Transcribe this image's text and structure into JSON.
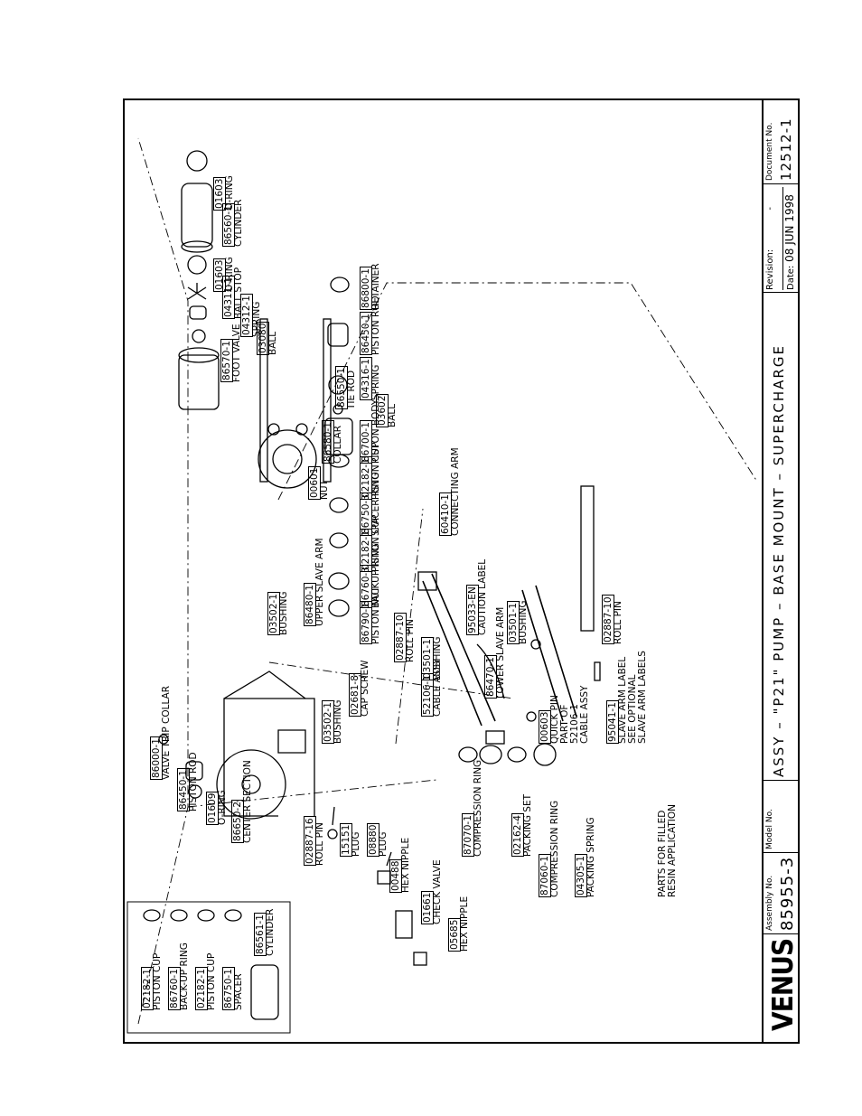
{
  "title_block": {
    "brand": "VENUS",
    "assembly_caption": "Assembly No.",
    "assembly_no": "85955-3",
    "model_caption": "Model No.",
    "title": "ASSY – \"P21\" PUMP – BASE MOUNT – SUPERCHARGE",
    "revision_caption": "Revision:",
    "revision": "-",
    "date_caption": "Date:",
    "date": "08 JUN 1998",
    "document_caption": "Document No.",
    "document_no": "12512-1"
  },
  "parts": {
    "p01603a": {
      "pn": "01603",
      "desc": "O-RING"
    },
    "p86560": {
      "pn": "86560-1",
      "desc": "CYLINDER"
    },
    "p01603b": {
      "pn": "01603",
      "desc": "O-RING"
    },
    "p04311": {
      "pn": "04311-1",
      "desc": "BALL STOP"
    },
    "p04312": {
      "pn": "04312-1",
      "desc": "SPRING"
    },
    "p03080": {
      "pn": "03080",
      "desc": "BALL"
    },
    "p86570": {
      "pn": "86570-1",
      "desc": "FOOT VALVE"
    },
    "p86550": {
      "pn": "86550-1",
      "desc": "TIE ROD"
    },
    "p86580": {
      "pn": "86580-1",
      "desc": "COLLAR"
    },
    "p00601": {
      "pn": "00601",
      "desc": "NUT"
    },
    "p86800": {
      "pn": "86800-1",
      "desc": "RETAINER"
    },
    "p86450b": {
      "pn": "86450-1",
      "desc": "PISTON ROD"
    },
    "p04316": {
      "pn": "04316-1",
      "desc": "SPRING"
    },
    "p03602": {
      "pn": "03602",
      "desc": "BALL"
    },
    "p86700": {
      "pn": "86700-1",
      "desc": "PISTON BODY"
    },
    "p02182a": {
      "pn": "02182-1",
      "desc": "PISTON CUP"
    },
    "p86750a": {
      "pn": "86750-3",
      "desc": "SPACER RING"
    },
    "p02182b": {
      "pn": "02182-1",
      "desc": "PISTON CUP"
    },
    "p86760a": {
      "pn": "86760-3",
      "desc": "BACKUP RING"
    },
    "p86790": {
      "pn": "86790-1",
      "desc": "PISTON NUT"
    },
    "p60410": {
      "pn": "60410-1",
      "desc": "CONNECTING ARM"
    },
    "p86480": {
      "pn": "86480-1",
      "desc": "UPPER SLAVE ARM"
    },
    "p03502a": {
      "pn": "03502-1",
      "desc": "BUSHING"
    },
    "p02887a": {
      "pn": "02887-10",
      "desc": "ROLL PIN"
    },
    "p03501a": {
      "pn": "03501-1",
      "desc": "BUSHING"
    },
    "p95033": {
      "pn": "95033-EN",
      "desc": "CAUTION LABEL"
    },
    "p86470": {
      "pn": "86470-1",
      "desc": "LOWER SLAVE ARM"
    },
    "p03501b": {
      "pn": "03501-1",
      "desc": "BUSHING"
    },
    "p02887b": {
      "pn": "02887-10",
      "desc": "ROLL PIN"
    },
    "p03502b": {
      "pn": "03502-1",
      "desc": "BUSHING"
    },
    "p52106": {
      "pn": "52106-1",
      "desc": "CABLE ASSY"
    },
    "p02681": {
      "pn": "02681-8",
      "desc": "CAP SCREW"
    },
    "p86000": {
      "pn": "86000-1",
      "desc": "VALVE TRIP COLLAR"
    },
    "p86450a": {
      "pn": "86450-1",
      "desc": "PISTON ROD"
    },
    "p01609": {
      "pn": "01609",
      "desc": "O-RING"
    },
    "p86650": {
      "pn": "86650-2",
      "desc": "CENTER SECTION"
    },
    "p02887c": {
      "pn": "02887-16",
      "desc": "ROLL PIN"
    },
    "p15151": {
      "pn": "15151",
      "desc": "PLUG"
    },
    "p08880": {
      "pn": "08880",
      "desc": "PLUG"
    },
    "p00488": {
      "pn": "00488",
      "desc": "HEX NIPPLE"
    },
    "p01661": {
      "pn": "01661",
      "desc": "CHECK VALVE"
    },
    "p05685": {
      "pn": "05685",
      "desc": "HEX NIPPLE"
    },
    "p87070": {
      "pn": "87070-1",
      "desc": "COMPRESSION RING"
    },
    "p02162": {
      "pn": "02162-4",
      "desc": "PACKING SET"
    },
    "p87060": {
      "pn": "87060-1",
      "desc": "COMPRESSION RING"
    },
    "p04305": {
      "pn": "04305-1",
      "desc": "PACKING SPRING"
    },
    "p00603": {
      "pn": "00603",
      "desc": "QUICK PIN",
      "note1": "PART OF",
      "note2": "52106-1",
      "note3": "CABLE ASSY"
    },
    "p95041": {
      "pn": "95041-1",
      "desc": "SLAVE ARM LABEL",
      "note1": "SEE OPTIONAL",
      "note2": "SLAVE ARM LABELS"
    },
    "filled_note": {
      "line1": "PARTS FOR FILLED",
      "line2": "RESIN APPLICATION"
    },
    "p02182c": {
      "pn": "02182-1",
      "desc": "PISTON CUP"
    },
    "p86760b": {
      "pn": "86760-1",
      "desc": "BACK-UP RING"
    },
    "p02182d": {
      "pn": "02182-1",
      "desc": "PISTON CUP"
    },
    "p86750b": {
      "pn": "86750-1",
      "desc": "SPACER"
    },
    "p86561": {
      "pn": "86561-1",
      "desc": "CYLINDER"
    }
  }
}
